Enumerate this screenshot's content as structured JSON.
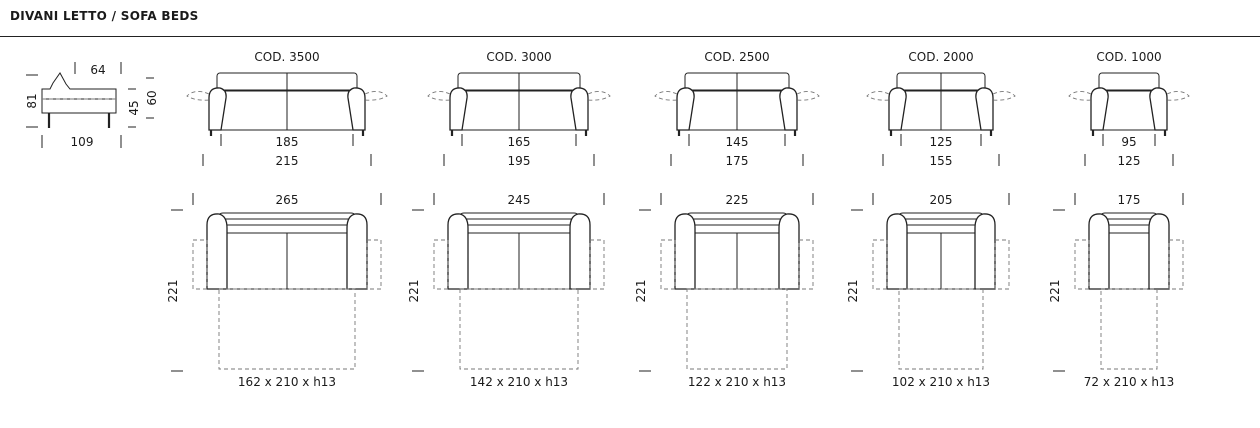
{
  "page_title": "DIVANI LETTO / SOFA BEDS",
  "side_view": {
    "depth": "64",
    "height": "81",
    "seat_height": "45",
    "arm_height": "60",
    "total_depth": "109"
  },
  "models": [
    {
      "code": "COD. 3500",
      "seat_width": "185",
      "overall_width": "215",
      "open_width": "265",
      "open_depth": "221",
      "mattress": "162 x 210 x h13"
    },
    {
      "code": "COD. 3000",
      "seat_width": "165",
      "overall_width": "195",
      "open_width": "245",
      "open_depth": "221",
      "mattress": "142 x 210 x h13"
    },
    {
      "code": "COD. 2500",
      "seat_width": "145",
      "overall_width": "175",
      "open_width": "225",
      "open_depth": "221",
      "mattress": "122 x 210 x h13"
    },
    {
      "code": "COD. 2000",
      "seat_width": "125",
      "overall_width": "155",
      "open_width": "205",
      "open_depth": "221",
      "mattress": "102 x 210 x h13"
    },
    {
      "code": "COD. 1000",
      "seat_width": "95",
      "overall_width": "125",
      "open_width": "175",
      "open_depth": "221",
      "mattress": "72 x 210 x h13"
    }
  ]
}
